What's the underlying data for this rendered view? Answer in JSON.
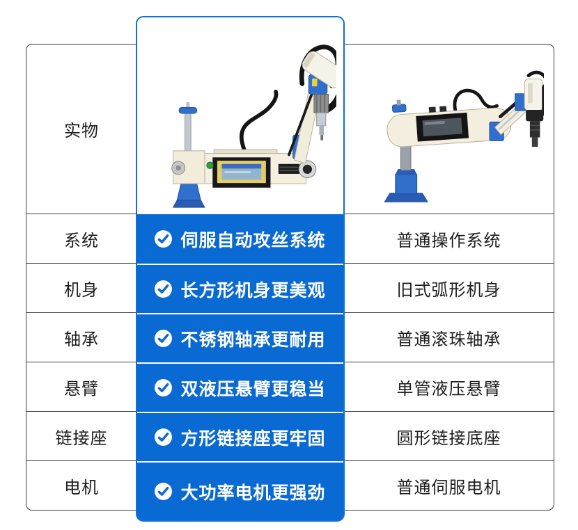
{
  "colors": {
    "accent_blue": "#0a6ad3",
    "card_border_blue": "#0f6fd8",
    "table_border": "#3d3d3d",
    "highlight_text": "#ffffff",
    "cell_text": "#1e1e1e",
    "separator_white": "#ffffff"
  },
  "icons": {
    "check": "check-circle-icon"
  },
  "table": {
    "image_row": {
      "label": "实物"
    },
    "feature_rows": [
      {
        "label": "系统",
        "highlight": "伺服自动攻丝系统",
        "standard": "普通操作系统"
      },
      {
        "label": "机身",
        "highlight": "长方形机身更美观",
        "standard": "旧式弧形机身"
      },
      {
        "label": "轴承",
        "highlight": "不锈钢轴承更耐用",
        "standard": "普通滚珠轴承"
      },
      {
        "label": "悬臂",
        "highlight": "双液压悬臂更稳当",
        "standard": "单管液压悬臂"
      },
      {
        "label": "链接座",
        "highlight": "方形链接座更牢固",
        "standard": "圆形链接底座"
      },
      {
        "label": "电机",
        "highlight": "大功率电机更强劲",
        "standard": "普通伺服电机"
      }
    ]
  }
}
